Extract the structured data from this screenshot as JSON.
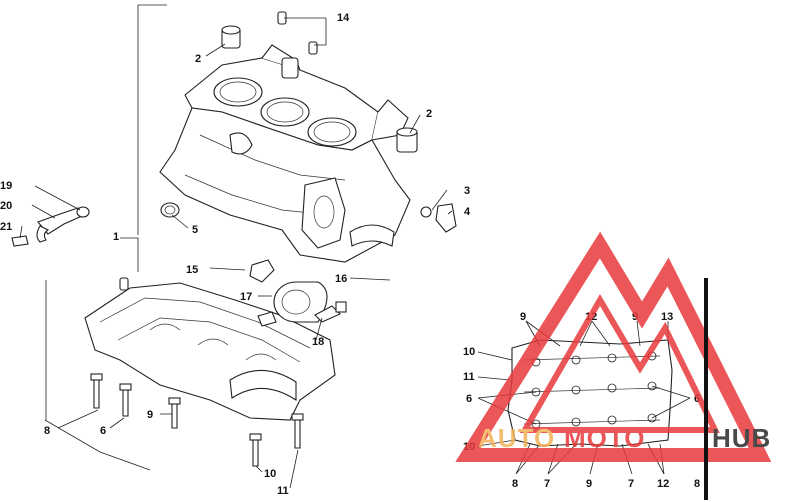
{
  "callouts": [
    {
      "id": "c1",
      "text": "1"
    },
    {
      "id": "c2a",
      "text": "2"
    },
    {
      "id": "c2b",
      "text": "2"
    },
    {
      "id": "c3",
      "text": "3"
    },
    {
      "id": "c4",
      "text": "4"
    },
    {
      "id": "c5",
      "text": "5"
    },
    {
      "id": "c6",
      "text": "6"
    },
    {
      "id": "c8",
      "text": "8"
    },
    {
      "id": "c9",
      "text": "9"
    },
    {
      "id": "c10",
      "text": "10"
    },
    {
      "id": "c11",
      "text": "11"
    },
    {
      "id": "c14",
      "text": "14"
    },
    {
      "id": "c15",
      "text": "15"
    },
    {
      "id": "c16",
      "text": "16"
    },
    {
      "id": "c17",
      "text": "17"
    },
    {
      "id": "c18",
      "text": "18"
    },
    {
      "id": "c19",
      "text": "19"
    },
    {
      "id": "c20",
      "text": "20"
    },
    {
      "id": "c21",
      "text": "21"
    }
  ],
  "inset_callouts": [
    {
      "id": "i9a",
      "text": "9"
    },
    {
      "id": "i12a",
      "text": "12"
    },
    {
      "id": "i9b",
      "text": "9"
    },
    {
      "id": "i13",
      "text": "13"
    },
    {
      "id": "i10a",
      "text": "10"
    },
    {
      "id": "i11",
      "text": "11"
    },
    {
      "id": "i6a",
      "text": "6"
    },
    {
      "id": "i6b",
      "text": "6"
    },
    {
      "id": "i10b",
      "text": "10"
    },
    {
      "id": "i8a",
      "text": "8"
    },
    {
      "id": "i7a",
      "text": "7"
    },
    {
      "id": "i9c",
      "text": "9"
    },
    {
      "id": "i7b",
      "text": "7"
    },
    {
      "id": "i12b",
      "text": "12"
    },
    {
      "id": "i8b",
      "text": "8"
    }
  ],
  "watermark": {
    "text_auto": "AUTO",
    "text_moto": "MOTO",
    "text_hub": "HUB",
    "colors": {
      "triangle": "#e8393c",
      "auto": "#f2b35a",
      "moto": "#e8393c",
      "hub": "#2a2a2a"
    }
  }
}
